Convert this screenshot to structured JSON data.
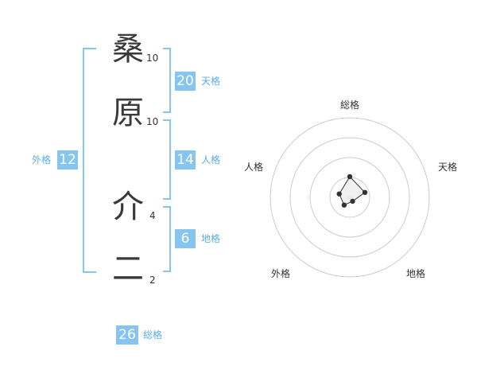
{
  "name": {
    "chars": [
      {
        "char": "桑",
        "strokes": "10"
      },
      {
        "char": "原",
        "strokes": "10"
      },
      {
        "char": "介",
        "strokes": "4"
      },
      {
        "char": "二",
        "strokes": "2"
      }
    ]
  },
  "fortunes": {
    "tenkaku": {
      "value": "20",
      "label": "天格"
    },
    "jinkaku": {
      "value": "14",
      "label": "人格"
    },
    "chikaku": {
      "value": "6",
      "label": "地格"
    },
    "gaikaku": {
      "value": "12",
      "label": "外格"
    },
    "soukaku": {
      "value": "26",
      "label": "総格"
    }
  },
  "colors": {
    "accent": "#85c5ef",
    "accent_text": "#5aaee6",
    "grid": "#cccccc",
    "polygon_fill": "#eeeeee",
    "marker": "#333333"
  },
  "chart_data": {
    "type": "radar",
    "axes": [
      "総格",
      "天格",
      "地格",
      "外格",
      "人格"
    ],
    "values": [
      26,
      20,
      6,
      12,
      14
    ],
    "levels": 4,
    "scale_max": 100,
    "grid": true
  }
}
